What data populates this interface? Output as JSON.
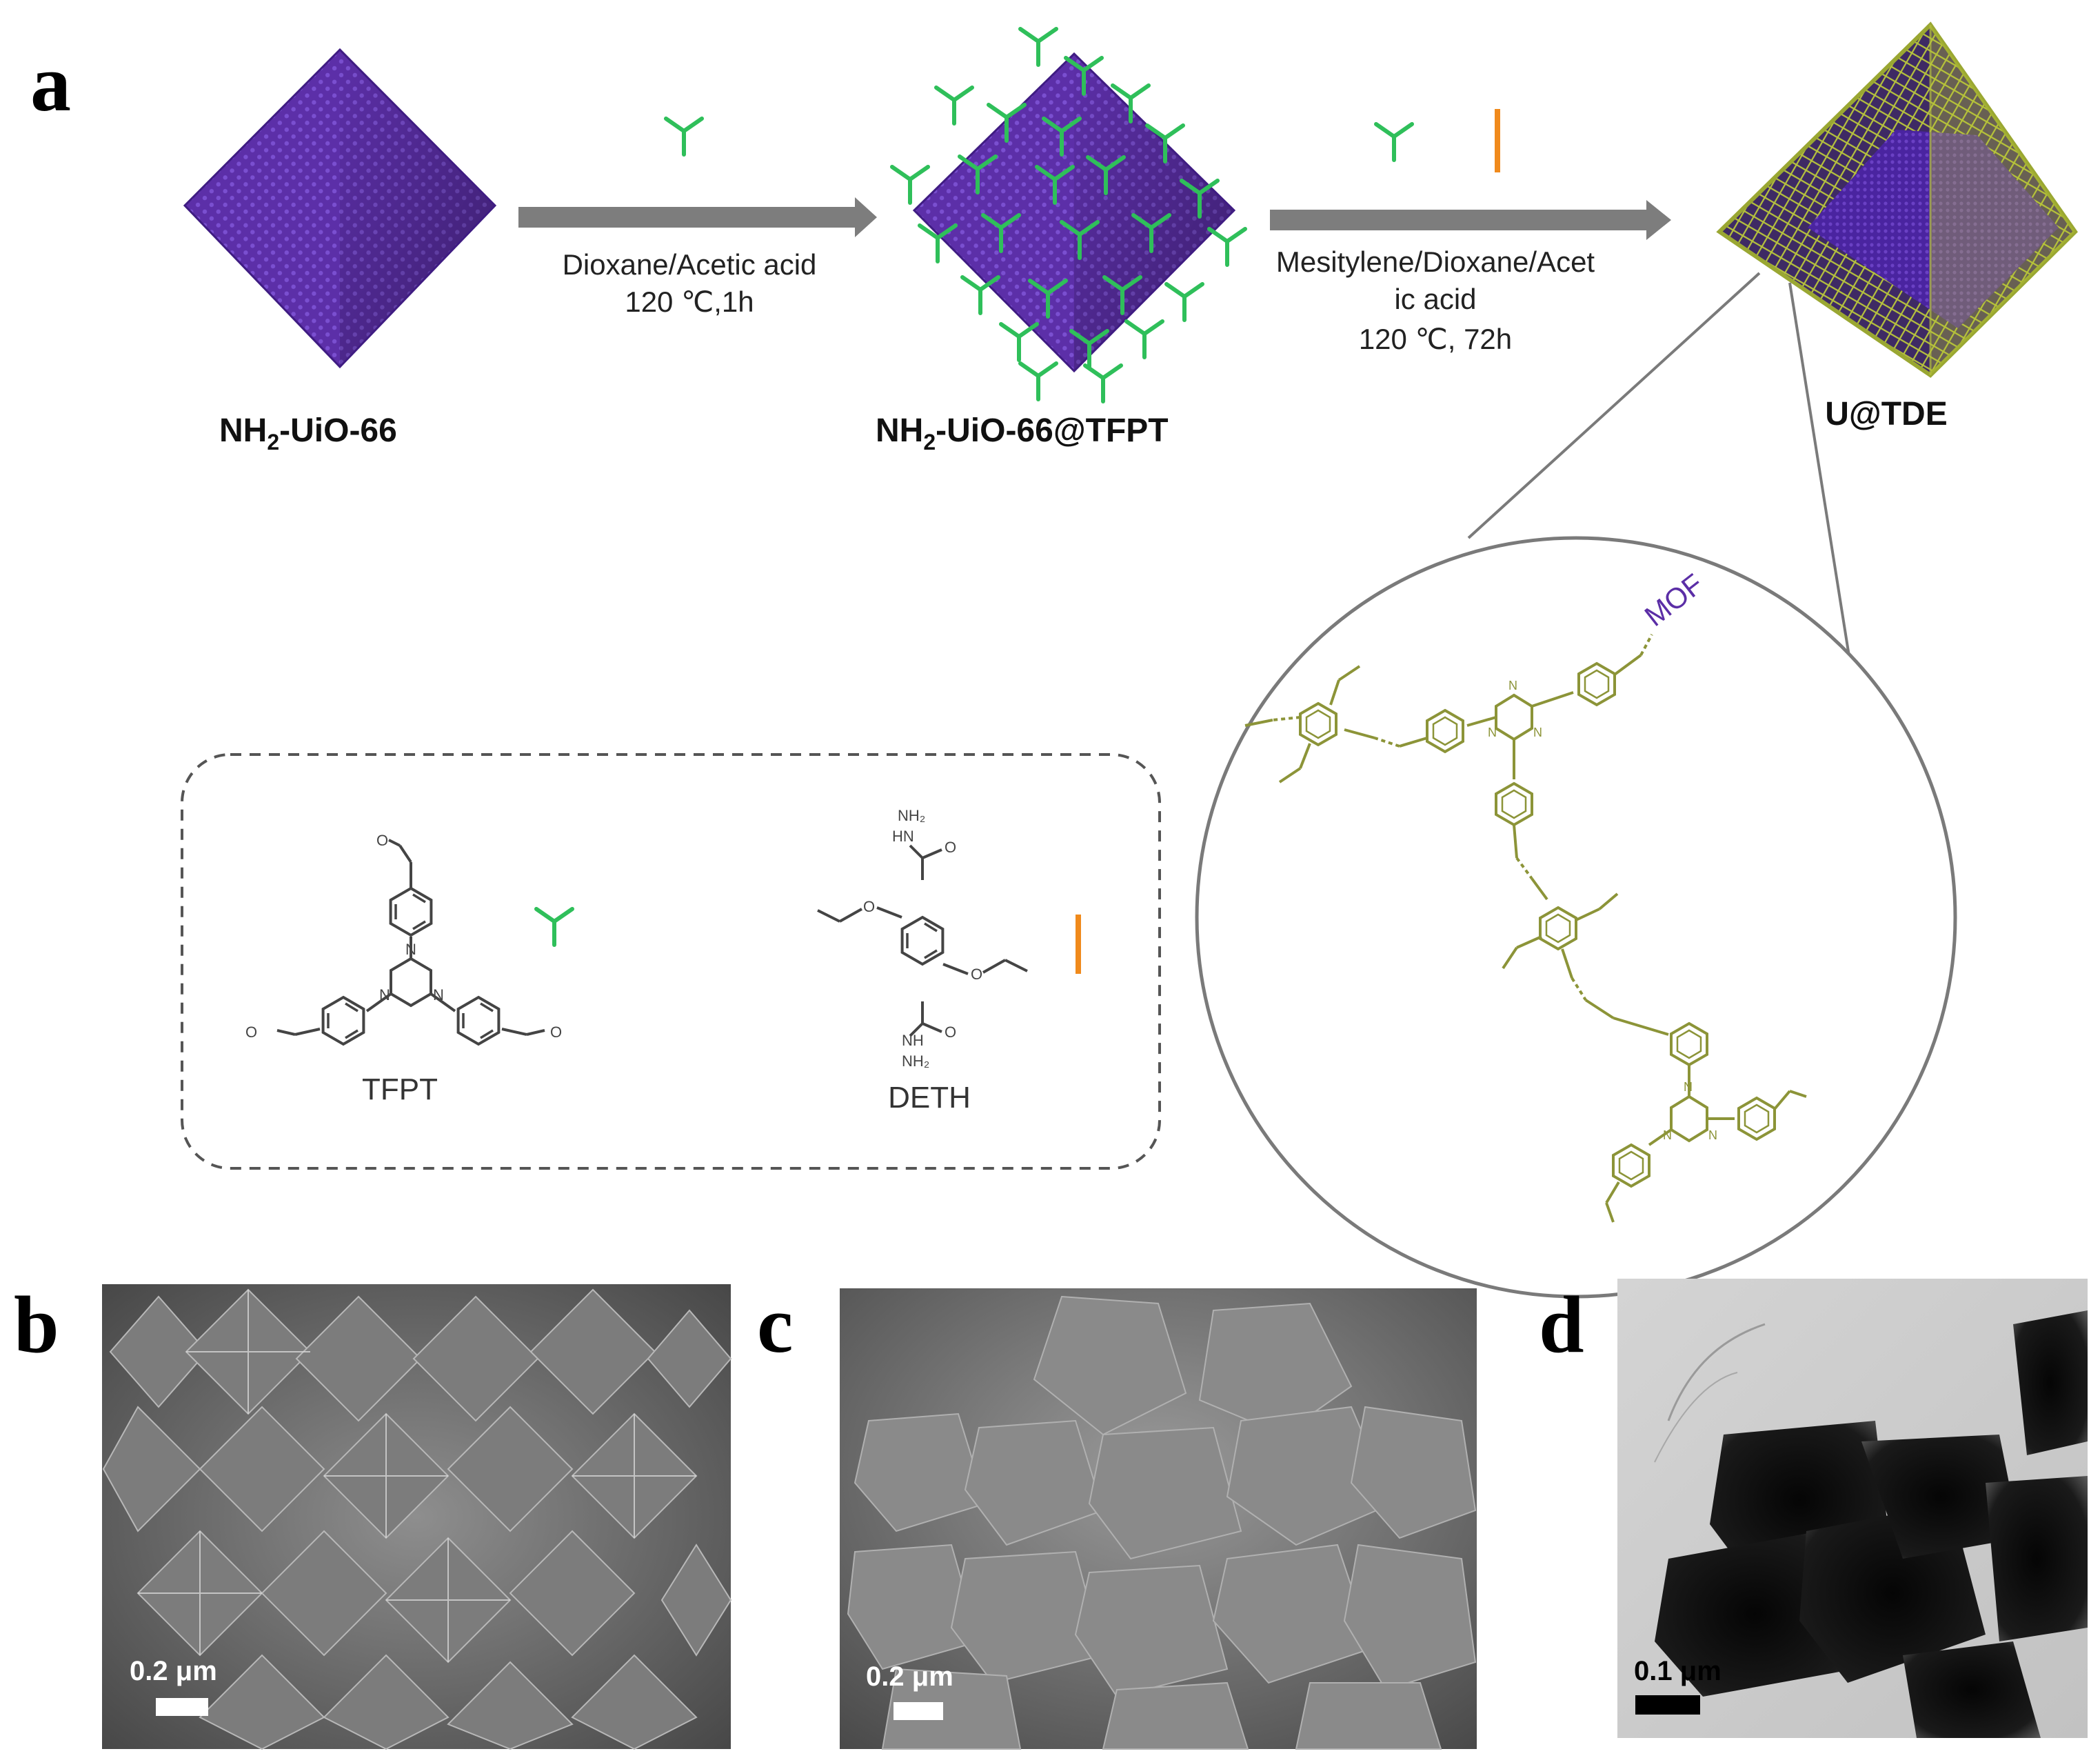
{
  "panels": {
    "a": "a",
    "b": "b",
    "c": "c",
    "d": "d"
  },
  "steps": {
    "step1": {
      "line1": "Dioxane/Acetic  acid",
      "line2": "120 ℃,1h"
    },
    "step2": {
      "line1": "Mesitylene/Dioxane/Acet",
      "line2": "ic acid",
      "line3": "120 ℃, 72h"
    }
  },
  "materials": {
    "m1": {
      "prefix": "NH",
      "sub": "2",
      "suffix": "-UiO-66"
    },
    "m2": {
      "prefix": "NH",
      "sub": "2",
      "suffix": "-UiO-66@TFPT"
    },
    "m3": {
      "name": "U@TDE"
    }
  },
  "monomers": {
    "tfpt": "TFPT",
    "deth": "DETH"
  },
  "atoms": {
    "nitrogen": "N",
    "nh2": "NH₂",
    "hn": "HN",
    "nh": "NH",
    "mof": "MOF"
  },
  "scale_bars": {
    "b": "0.2 μm",
    "c": "0.2 μm",
    "d": "0.1 μm"
  },
  "colors": {
    "mof_purple": "#5b2ea6",
    "tfpt_green": "#2fbf5a",
    "deth_orange": "#f08a1c",
    "cof_olive": "#8c9438",
    "arrow_gray": "#7d7d7d"
  }
}
